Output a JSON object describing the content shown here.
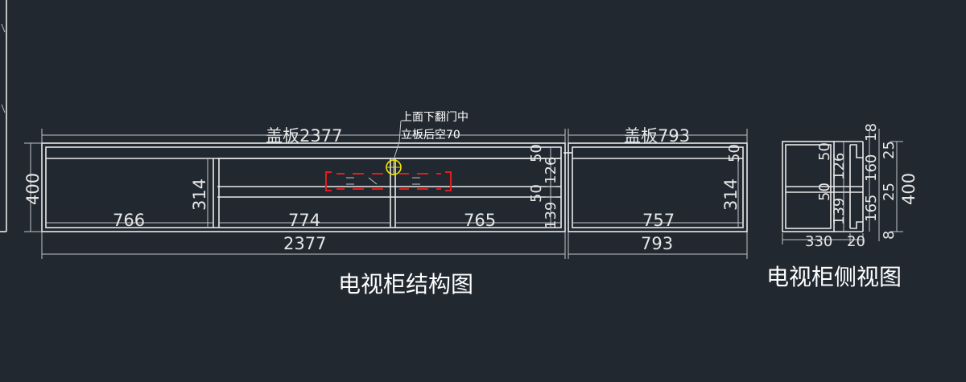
{
  "titles": {
    "structure": "电视柜结构图",
    "side": "电视柜侧视图"
  },
  "note": {
    "line1": "上面下翻门中",
    "line2": "立板后空70"
  },
  "top_labels": {
    "left_cover": "盖板2377",
    "right_cover": "盖板793"
  },
  "dims": {
    "h400_left": "400",
    "h314_left": "314",
    "w766": "766",
    "w774": "774",
    "w765": "765",
    "total_2377": "2377",
    "v50_top": "50",
    "v126": "126",
    "v50_mid": "50",
    "v139": "139",
    "w757": "757",
    "v50_right": "50",
    "h314_right": "314",
    "total_793": "793"
  },
  "side_dims": {
    "s50_top": "50",
    "s126": "126",
    "s50_mid": "50",
    "s139": "139",
    "s18": "18",
    "s160": "160",
    "s25_top": "25",
    "s25_mid": "25",
    "s165": "165",
    "s400": "400",
    "s8": "8",
    "s330": "330",
    "s20": "20"
  },
  "colors": {
    "background": "#212830",
    "lines": "#e8e8e8",
    "highlight": "#e11d1d",
    "marker": "#f2e600"
  }
}
